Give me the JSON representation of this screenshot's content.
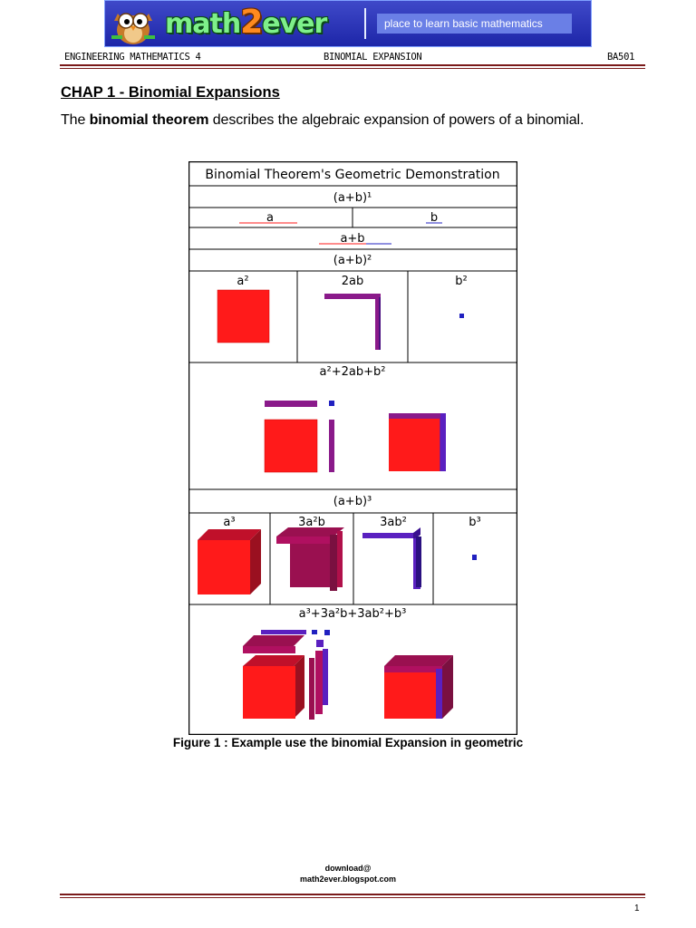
{
  "banner": {
    "logo_prefix": "math",
    "logo_two": "2",
    "logo_suffix": "ever",
    "tagline": "place to learn basic mathematics"
  },
  "header": {
    "left": "ENGINEERING MATHEMATICS 4",
    "center": "BINOMIAL EXPANSION",
    "right": "BA501"
  },
  "chapter_title": "CHAP 1 - Binomial Expansions",
  "intro": {
    "pre": "The ",
    "bold": "binomial theorem",
    "post": " describes the algebraic expansion of powers of a binomial."
  },
  "figure": {
    "title": "Binomial Theorem's Geometric Demonstration",
    "row1_heading": "(a+b)¹",
    "label_a": "a",
    "label_b": "b",
    "sum_label": "a+b",
    "row2_heading": "(a+b)²",
    "sq_a2": "a²",
    "sq_2ab": "2ab",
    "sq_b2": "b²",
    "sq_sum": "a²+2ab+b²",
    "row3_heading": "(a+b)³",
    "cu_a3": "a³",
    "cu_3a2b": "3a²b",
    "cu_3ab2": "3ab²",
    "cu_b3": "b³",
    "cu_sum": "a³+3a²b+3ab²+b³",
    "colors": {
      "red": "#ff1a1a",
      "purple": "#8a1a8a",
      "blue": "#2020c0",
      "maroon": "#9a1050"
    }
  },
  "caption": "Figure 1 : Example use the binomial Expansion in geometric",
  "footer": {
    "download_line1": "download@",
    "download_line2": "math2ever.blogspot.com",
    "page_number": "1"
  }
}
